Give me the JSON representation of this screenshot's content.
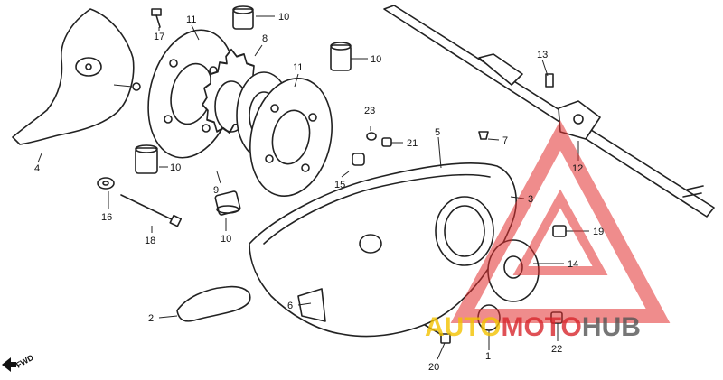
{
  "callouts": [
    "1",
    "2",
    "3",
    "4",
    "5",
    "6",
    "7",
    "8",
    "9",
    "10",
    "11",
    "12",
    "13",
    "14",
    "15",
    "16",
    "17",
    "18",
    "19",
    "20",
    "21",
    "22",
    "23"
  ],
  "direction_marker": "FWD",
  "watermark": {
    "part1": "AUTO",
    "part2": "MOTO",
    "part3": "HUB",
    "color_auto": "#f3c200",
    "color_moto": "#d8262c",
    "color_hub": "#555555",
    "logo_color": "#e23030"
  }
}
